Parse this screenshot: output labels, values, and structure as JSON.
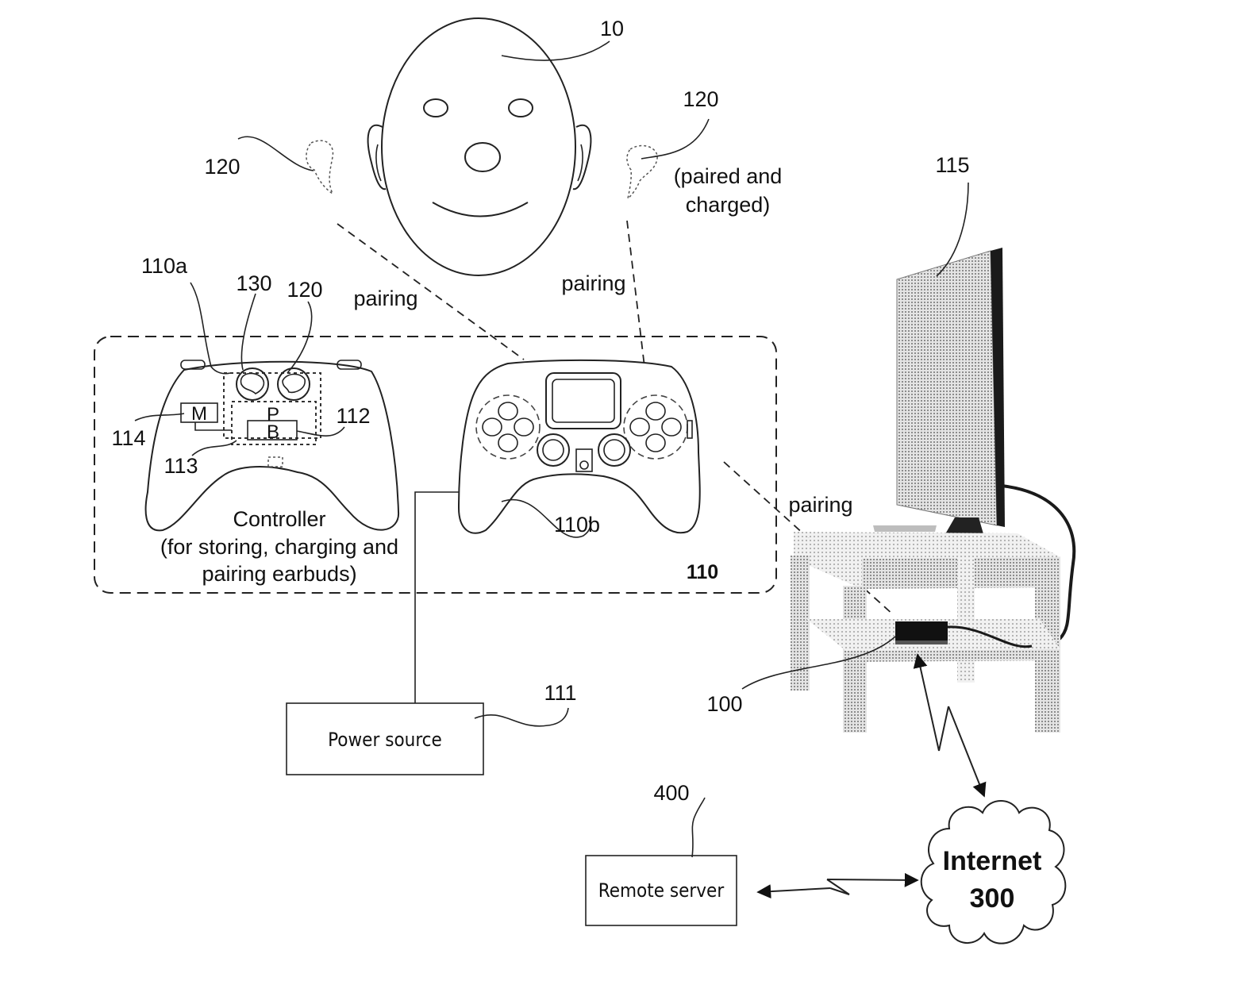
{
  "labels": {
    "face": "10",
    "earbud_left": "120",
    "earbud_right": "120",
    "earbud_right_status": [
      "(paired and",
      "charged)"
    ],
    "tv": "115",
    "controller_a": "110a",
    "charging_pad": "130",
    "earbud_in_controller": "120",
    "pairing_left": "pairing",
    "pairing_right": "pairing",
    "pairing_console": "pairing",
    "memory_box": "M",
    "processor_box": "P",
    "battery_box": "B",
    "memory_ref": "114",
    "battery_ref": "112",
    "circuit_ref": "113",
    "controller_b": "110b",
    "controller_group": "110",
    "console": "100",
    "power_source_ref": "111",
    "remote_server_ref": "400"
  },
  "caption_lines": [
    "Controller",
    "(for storing, charging and",
    "pairing earbuds)"
  ],
  "boxes": {
    "power_source": "Power source",
    "remote_server": "Remote server"
  },
  "internet": {
    "name": "Internet",
    "number": "300"
  }
}
